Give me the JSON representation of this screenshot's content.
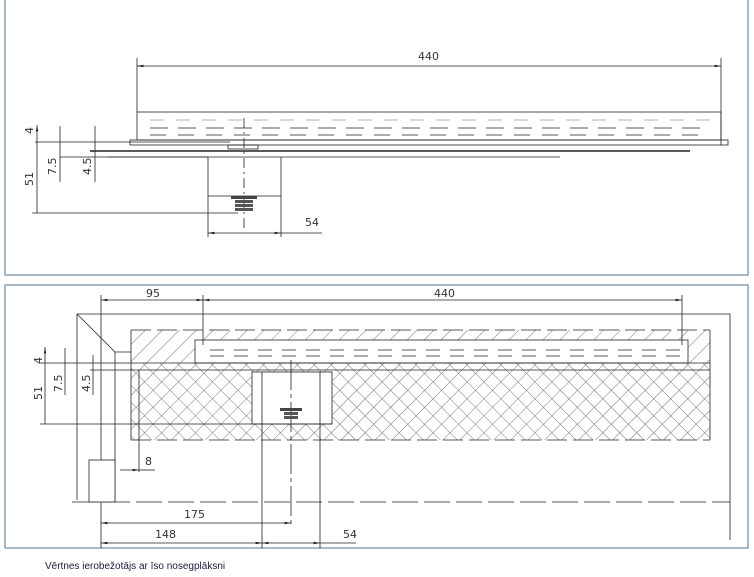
{
  "top_view": {
    "dims": {
      "width": "440",
      "d4": "4",
      "d51": "51",
      "d75": "7.5",
      "d45": "4.5",
      "d54": "54"
    }
  },
  "section_view": {
    "dims": {
      "d95": "95",
      "width": "440",
      "d4": "4",
      "d51": "51",
      "d75": "7.5",
      "d45": "4.5",
      "d8": "8",
      "d175": "175",
      "d148": "148",
      "d54": "54"
    }
  },
  "caption": "Vērtnes ierobežotājs ar īso nosegplāksni",
  "colors": {
    "frame": "#6f8aa6",
    "line": "#222222"
  }
}
